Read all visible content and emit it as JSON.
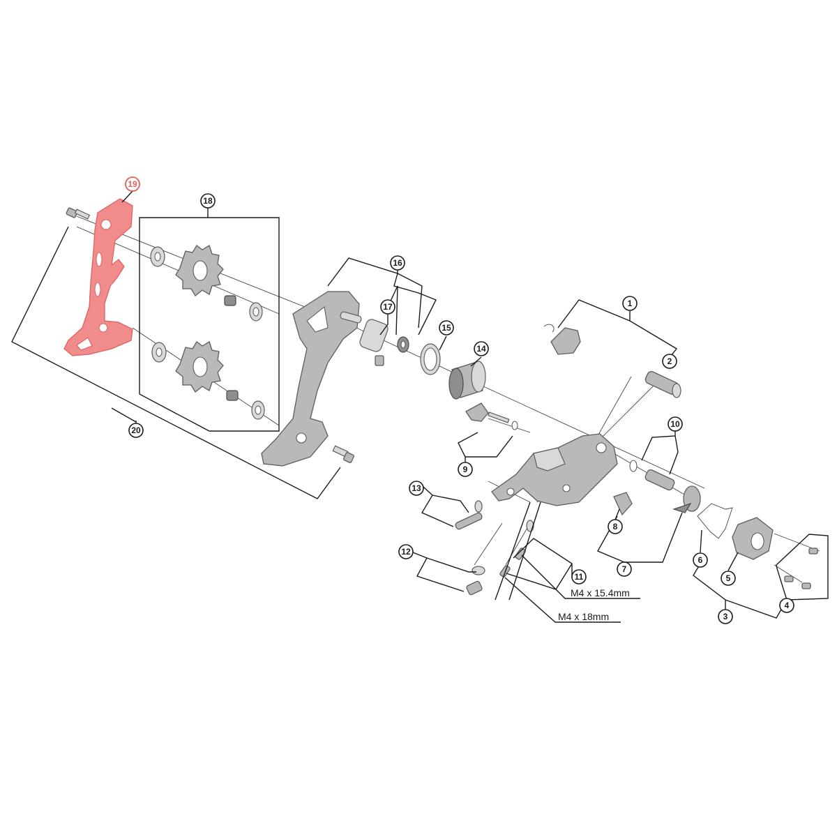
{
  "callouts": [
    {
      "id": "c1",
      "label": "1"
    },
    {
      "id": "c2",
      "label": "2"
    },
    {
      "id": "c3",
      "label": "3"
    },
    {
      "id": "c4",
      "label": "4"
    },
    {
      "id": "c5",
      "label": "5"
    },
    {
      "id": "c6",
      "label": "6"
    },
    {
      "id": "c7",
      "label": "7"
    },
    {
      "id": "c8",
      "label": "8"
    },
    {
      "id": "c9",
      "label": "9"
    },
    {
      "id": "c10",
      "label": "10"
    },
    {
      "id": "c11",
      "label": "11"
    },
    {
      "id": "c12",
      "label": "12"
    },
    {
      "id": "c13",
      "label": "13"
    },
    {
      "id": "c14",
      "label": "14"
    },
    {
      "id": "c15",
      "label": "15"
    },
    {
      "id": "c16",
      "label": "16"
    },
    {
      "id": "c17",
      "label": "17"
    },
    {
      "id": "c18",
      "label": "18"
    },
    {
      "id": "c19",
      "label": "19",
      "highlighted": true
    },
    {
      "id": "c20",
      "label": "20"
    }
  ],
  "specs": {
    "bolt_a": "M4 x 15.4mm",
    "bolt_b": "M4 x 18mm"
  },
  "colors": {
    "highlight": "#e06060",
    "highlight_fill": "#f08c8c",
    "part_fill": "#b9b9b9",
    "line": "#1a1a1a"
  }
}
